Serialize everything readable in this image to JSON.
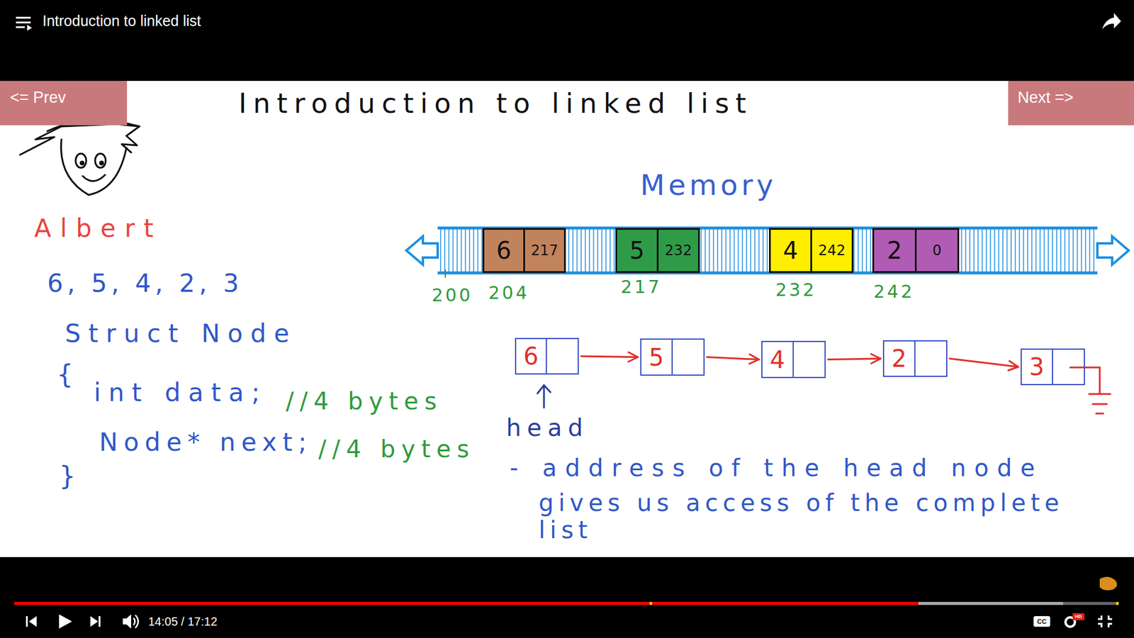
{
  "diagram": {
    "title": "Introduction to linked list",
    "nodes": [
      {
        "text": [
          "Introduction to linked list"
        ]
      },
      {
        "text": [
          "<= Prev"
        ]
      },
      {
        "text": [
          "Next =>"
        ]
      },
      {
        "text": [
          "6",
          "217"
        ]
      },
      {
        "text": [
          "5",
          "232"
        ]
      },
      {
        "text": [
          "4",
          "242"
        ]
      },
      {
        "text": [
          "2",
          "0"
        ]
      },
      {
        "text": [
          "6"
        ]
      },
      {
        "text": [
          "5"
        ]
      },
      {
        "text": [
          "4"
        ]
      },
      {
        "text": [
          "2"
        ]
      },
      {
        "text": [
          "3"
        ]
      },
      {
        "text": [
          "14:05 / 17:12"
        ]
      }
    ],
    "edges": [
      {
        "from": 7,
        "to": 8,
        "arrow": "to"
      },
      {
        "from": 8,
        "to": 9,
        "arrow": "to"
      },
      {
        "from": 9,
        "to": 10,
        "arrow": "to"
      },
      {
        "from": 10,
        "to": 11,
        "arrow": "to"
      }
    ],
    "labels": [
      "Albert",
      "6, 5, 4, 2, 3",
      "Struct Node",
      "{",
      "int data;",
      "//4 bytes",
      "Node* next;",
      "//4 bytes",
      "}",
      "Memory",
      "200",
      "204",
      "217",
      "232",
      "242",
      "head",
      "- address of the head node",
      "gives us access of the complete list",
      "CC",
      "HD"
    ]
  }
}
